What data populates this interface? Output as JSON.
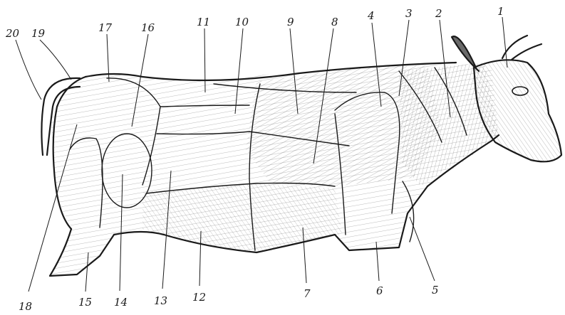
{
  "labels": [
    "1",
    "2",
    "3",
    "4",
    "5",
    "6",
    "7",
    "8",
    "9",
    "10",
    "11",
    "12",
    "13",
    "14",
    "15",
    "16",
    "17",
    "18",
    "19",
    "20"
  ],
  "colors": {
    "ink": "#1a1a1a",
    "paper": "#ffffff"
  }
}
